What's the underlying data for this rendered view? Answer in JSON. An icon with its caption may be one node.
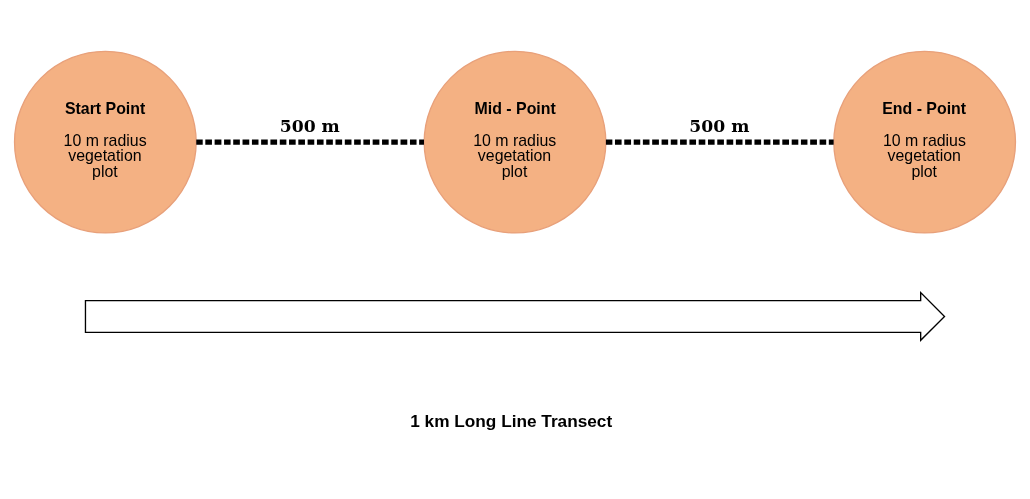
{
  "diagram": {
    "nodes": [
      {
        "text": [
          "Start Point",
          "10 m radius vegetation plot"
        ]
      },
      {
        "text": [
          "Mid - Point",
          "10 m radius vegetation plot"
        ]
      },
      {
        "text": [
          "End - Point",
          "10 m radius vegetation plot"
        ]
      },
      {
        "text": [],
        "shape": "arrow"
      }
    ],
    "edges": [
      {
        "from": 0,
        "to": 1,
        "arrow": "none",
        "label": "500 m",
        "style": "dashed"
      },
      {
        "from": 1,
        "to": 2,
        "arrow": "none",
        "label": "500 m",
        "style": "dashed"
      }
    ],
    "labels": [
      "1 km Long Line Transect"
    ]
  }
}
